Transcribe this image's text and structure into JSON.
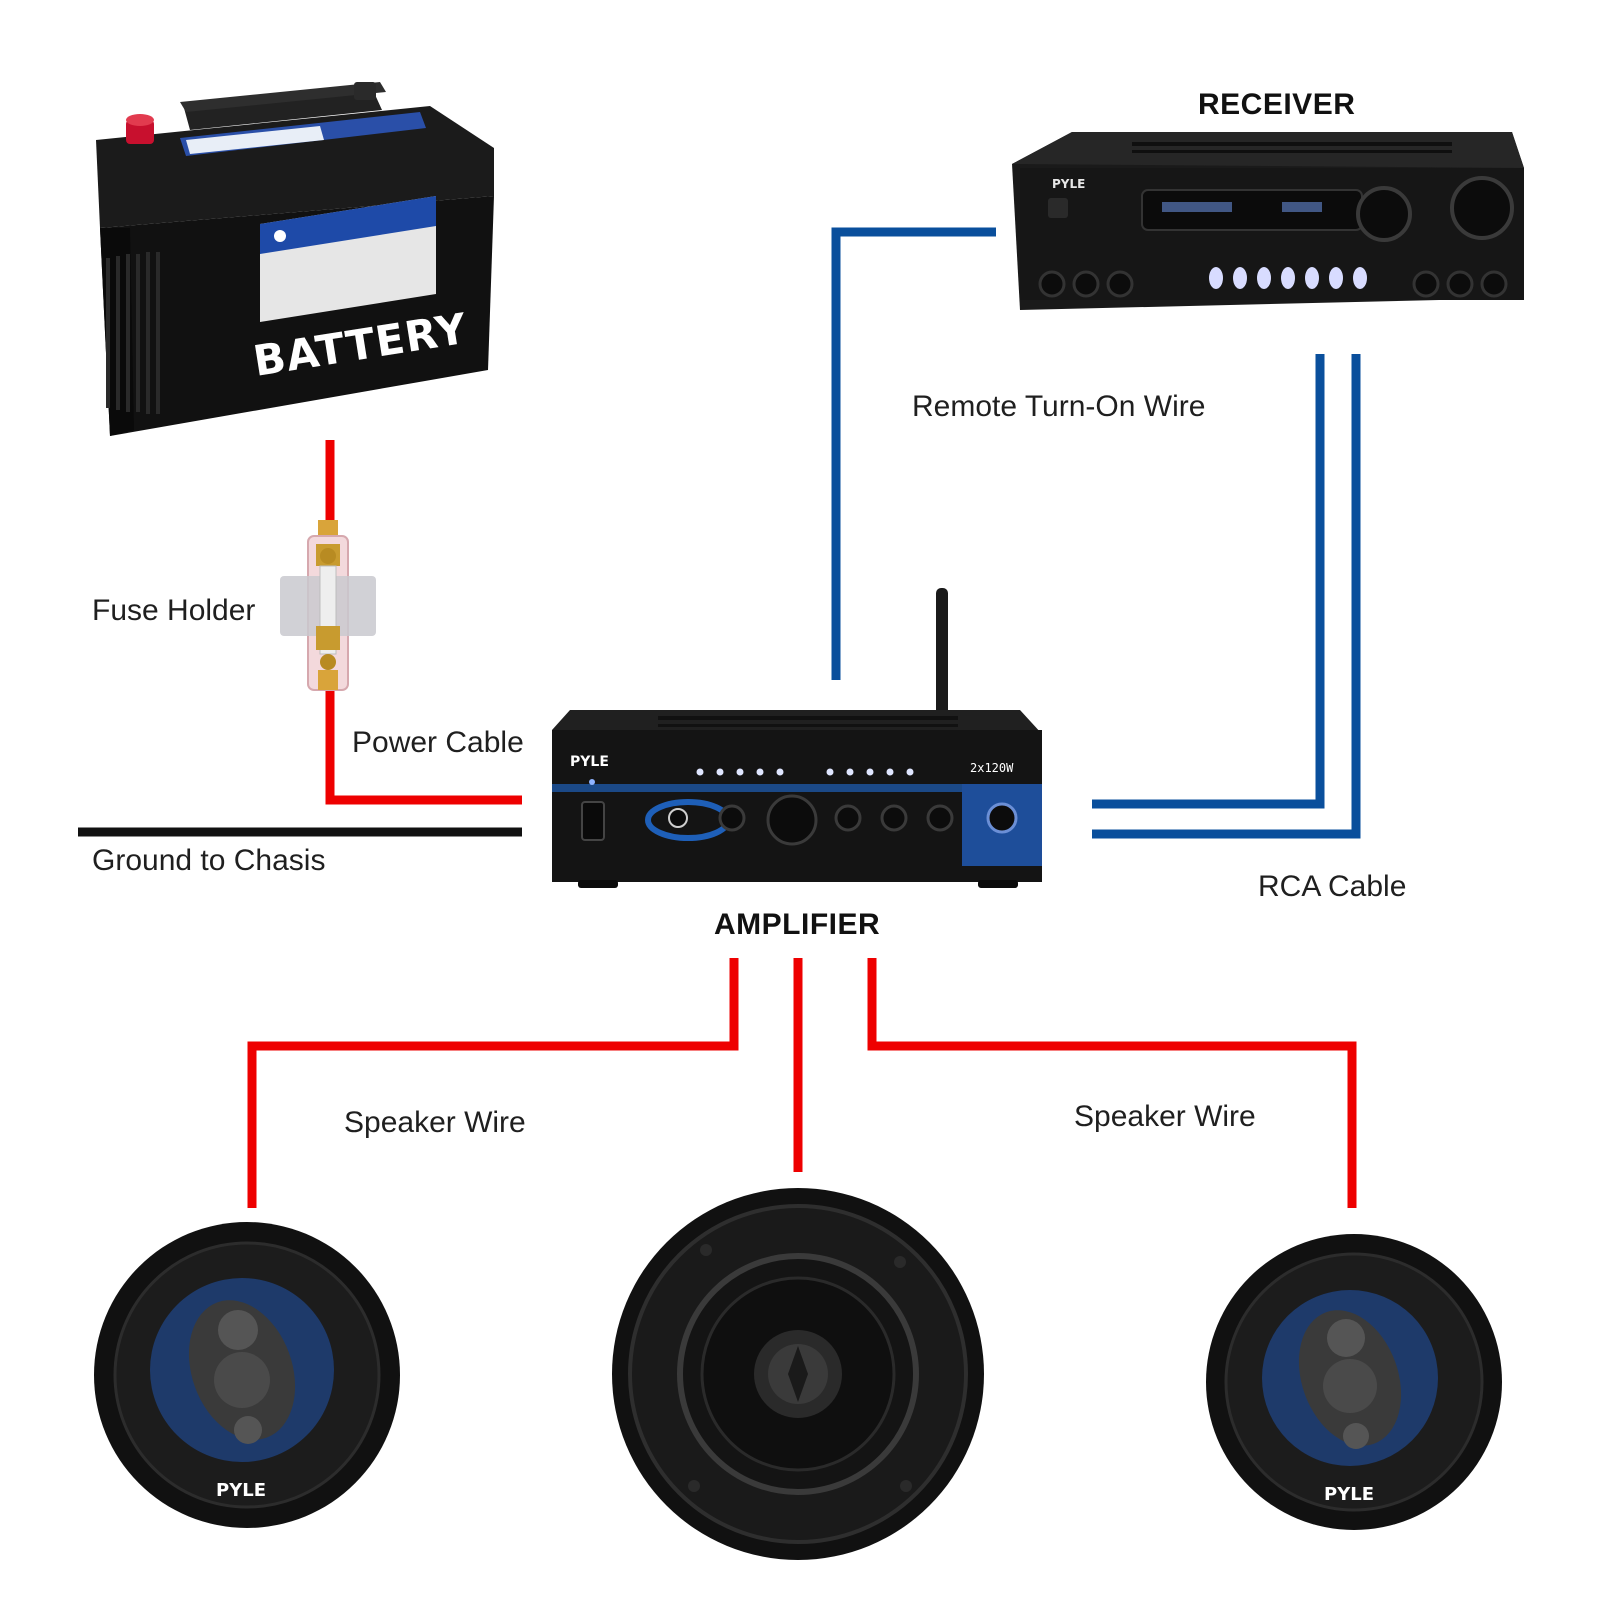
{
  "devices": {
    "battery": {
      "name": "BATTERY"
    },
    "receiver": {
      "name": "RECEIVER",
      "brand": "PYLE"
    },
    "amplifier": {
      "name": "AMPLIFIER",
      "brand": "PYLE",
      "rating": "2x120W"
    },
    "speakers": [
      {
        "brand": "PYLE"
      },
      {
        "brand": ""
      },
      {
        "brand": "PYLE"
      }
    ]
  },
  "labels": {
    "remote_turn_on": "Remote Turn-On Wire",
    "fuse_holder": "Fuse Holder",
    "power_cable": "Power Cable",
    "ground": "Ground to Chasis",
    "rca": "RCA Cable",
    "speaker_wire_left": "Speaker Wire",
    "speaker_wire_right": "Speaker Wire"
  },
  "colors": {
    "power_wire": "#ee0000",
    "signal_wire": "#0a4f9c",
    "ground_wire": "#111111",
    "device_body": "#151515",
    "accent_blue": "#1e5fb8"
  }
}
